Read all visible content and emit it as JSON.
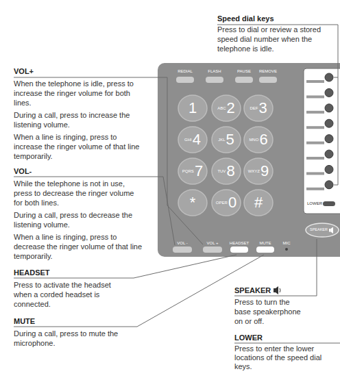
{
  "diagram": {
    "nodes": [
      {
        "text": [
          "REDIAL",
          "FLASH",
          "PAUSE",
          "REMOVE",
          "VOL -",
          "VOL +",
          "HEADSET",
          "MUTE",
          "MIC"
        ]
      },
      {
        "text": [
          "1"
        ],
        "in": 0
      },
      {
        "text": [
          "ABC",
          "2"
        ],
        "in": 0
      },
      {
        "text": [
          "DEF",
          "3"
        ],
        "in": 0
      },
      {
        "text": [
          "GHI",
          "4"
        ],
        "in": 0
      },
      {
        "text": [
          "JKL",
          "5"
        ],
        "in": 0
      },
      {
        "text": [
          "MNO",
          "6"
        ],
        "in": 0
      },
      {
        "text": [
          "PQRS",
          "7"
        ],
        "in": 0
      },
      {
        "text": [
          "TUV",
          "8"
        ],
        "in": 0
      },
      {
        "text": [
          "WXYZ",
          "9"
        ],
        "in": 0
      },
      {
        "text": [
          "*"
        ],
        "in": 0
      },
      {
        "text": [
          "OPER",
          "0"
        ],
        "in": 0
      },
      {
        "text": [
          "#"
        ],
        "in": 0
      },
      {
        "text": [
          "LOWER"
        ],
        "in": 0
      },
      {
        "text": [
          "SPEAKER"
        ],
        "in": 0
      }
    ],
    "labels": [
      "Speed dial keys",
      "Press to dial or review a stored speed dial number when the telephone is idle.",
      "VOL+",
      "When the telephone is idle, press to increase the ringer volume for both lines.",
      "During a call, press to increase the listening volume.",
      "When a line is ringing, press to increase the ringer volume of that line temporarily.",
      "VOL-",
      "While the telephone is not in use, press to decrease the ringer volume for both lines.",
      "During a call, press to decrease the listening volume.",
      "When a line is ringing, press to decrease the ringer volume of that line temporarily.",
      "HEADSET",
      "Press to activate the headset when a corded headset is connected.",
      "MUTE",
      "During a call, press to mute the microphone.",
      "SPEAKER",
      "Press to turn the base speakerphone on or off.",
      "LOWER",
      "Press to enter the lower locations of the speed dial keys."
    ]
  }
}
